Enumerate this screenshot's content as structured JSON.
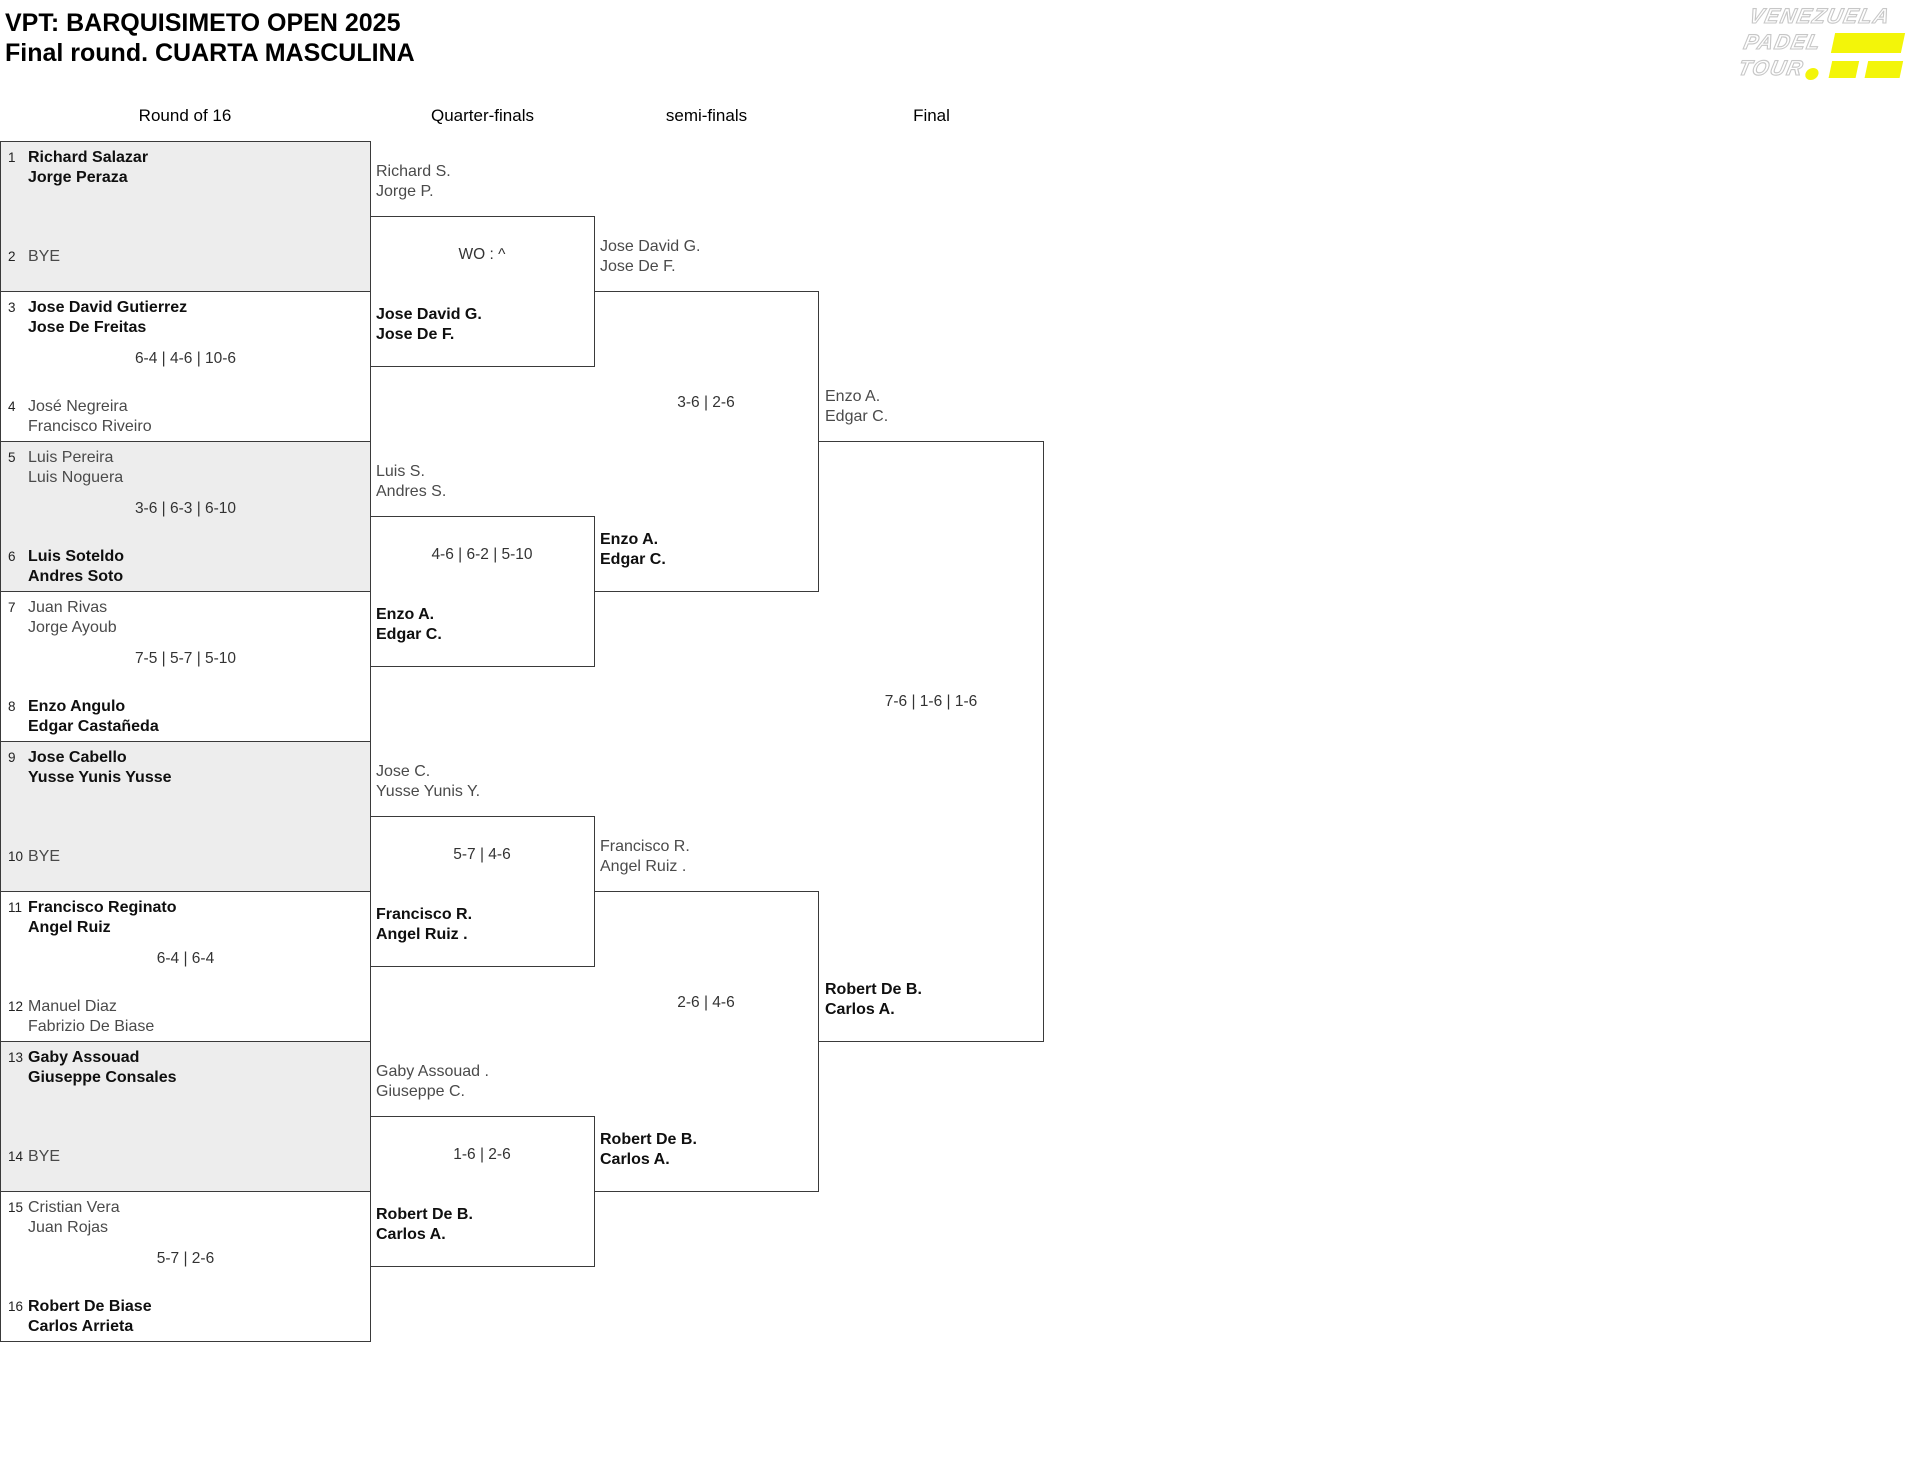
{
  "header": {
    "title_line1": "VPT: BARQUISIMETO OPEN 2025",
    "title_line2": "Final round. CUARTA MASCULINA"
  },
  "logo": {
    "line1": "VENEZUELA",
    "line2": "PADEL",
    "line3": "TOUR",
    "accent_color": "#f3f509"
  },
  "colors": {
    "accent": "#f3f509",
    "shaded_box_fill": "#ededed",
    "line": "#3a3a3a"
  },
  "columns": [
    "Round of 16",
    "Quarter-finals",
    "semi-finals",
    "Final"
  ],
  "round_of_16": {
    "matches": [
      {
        "score": "",
        "top": {
          "seed": "1",
          "players": [
            "Richard Salazar",
            "Jorge Peraza"
          ],
          "winner": true
        },
        "bottom": {
          "seed": "2",
          "players": [
            "BYE"
          ],
          "winner": false
        }
      },
      {
        "score": "6-4 | 4-6 | 10-6",
        "top": {
          "seed": "3",
          "players": [
            "Jose David Gutierrez",
            "Jose De Freitas"
          ],
          "winner": true
        },
        "bottom": {
          "seed": "4",
          "players": [
            "José Negreira",
            "Francisco Riveiro"
          ],
          "winner": false
        }
      },
      {
        "score": "3-6 | 6-3 | 6-10",
        "top": {
          "seed": "5",
          "players": [
            "Luis Pereira",
            "Luis Noguera"
          ],
          "winner": false
        },
        "bottom": {
          "seed": "6",
          "players": [
            "Luis Soteldo",
            "Andres Soto"
          ],
          "winner": true
        }
      },
      {
        "score": "7-5 | 5-7 | 5-10",
        "top": {
          "seed": "7",
          "players": [
            "Juan Rivas",
            "Jorge Ayoub"
          ],
          "winner": false
        },
        "bottom": {
          "seed": "8",
          "players": [
            "Enzo Angulo",
            "Edgar Castañeda"
          ],
          "winner": true
        }
      },
      {
        "score": "",
        "top": {
          "seed": "9",
          "players": [
            "Jose Cabello",
            "Yusse Yunis Yusse"
          ],
          "winner": true
        },
        "bottom": {
          "seed": "10",
          "players": [
            "BYE"
          ],
          "winner": false
        }
      },
      {
        "score": "6-4 | 6-4",
        "top": {
          "seed": "11",
          "players": [
            "Francisco Reginato",
            "Angel Ruiz"
          ],
          "winner": true
        },
        "bottom": {
          "seed": "12",
          "players": [
            "Manuel Diaz",
            "Fabrizio De Biase"
          ],
          "winner": false
        }
      },
      {
        "score": "",
        "top": {
          "seed": "13",
          "players": [
            "Gaby Assouad",
            "Giuseppe Consales"
          ],
          "winner": true
        },
        "bottom": {
          "seed": "14",
          "players": [
            "BYE"
          ],
          "winner": false
        }
      },
      {
        "score": "5-7 | 2-6",
        "top": {
          "seed": "15",
          "players": [
            "Cristian Vera",
            "Juan Rojas"
          ],
          "winner": false
        },
        "bottom": {
          "seed": "16",
          "players": [
            "Robert De Biase",
            "Carlos Arrieta"
          ],
          "winner": true
        }
      }
    ]
  },
  "quarter_finals": {
    "matches": [
      {
        "score": "WO : ^",
        "top": {
          "players": [
            "Richard S.",
            "Jorge P."
          ],
          "winner": false
        },
        "bottom": {
          "players": [
            "Jose David G.",
            "Jose De F."
          ],
          "winner": true
        }
      },
      {
        "score": "4-6 | 6-2 | 5-10",
        "top": {
          "players": [
            "Luis S.",
            "Andres S."
          ],
          "winner": false
        },
        "bottom": {
          "players": [
            "Enzo A.",
            "Edgar C."
          ],
          "winner": true
        }
      },
      {
        "score": "5-7 | 4-6",
        "top": {
          "players": [
            "Jose C.",
            "Yusse Yunis Y."
          ],
          "winner": false
        },
        "bottom": {
          "players": [
            "Francisco R.",
            "Angel Ruiz ."
          ],
          "winner": true
        }
      },
      {
        "score": "1-6 | 2-6",
        "top": {
          "players": [
            "Gaby Assouad .",
            "Giuseppe C."
          ],
          "winner": false
        },
        "bottom": {
          "players": [
            "Robert De B.",
            "Carlos A."
          ],
          "winner": true
        }
      }
    ]
  },
  "semi_finals": {
    "matches": [
      {
        "score": "3-6 | 2-6",
        "top": {
          "players": [
            "Jose David G.",
            "Jose De F."
          ],
          "winner": false
        },
        "bottom": {
          "players": [
            "Enzo A.",
            "Edgar C."
          ],
          "winner": true
        }
      },
      {
        "score": "2-6 | 4-6",
        "top": {
          "players": [
            "Francisco R.",
            "Angel Ruiz ."
          ],
          "winner": false
        },
        "bottom": {
          "players": [
            "Robert De B.",
            "Carlos A."
          ],
          "winner": true
        }
      }
    ]
  },
  "final": {
    "matches": [
      {
        "score": "7-6 | 1-6 | 1-6",
        "top": {
          "players": [
            "Enzo A.",
            "Edgar C."
          ],
          "winner": false
        },
        "bottom": {
          "players": [
            "Robert De B.",
            "Carlos A."
          ],
          "winner": true
        }
      }
    ]
  }
}
